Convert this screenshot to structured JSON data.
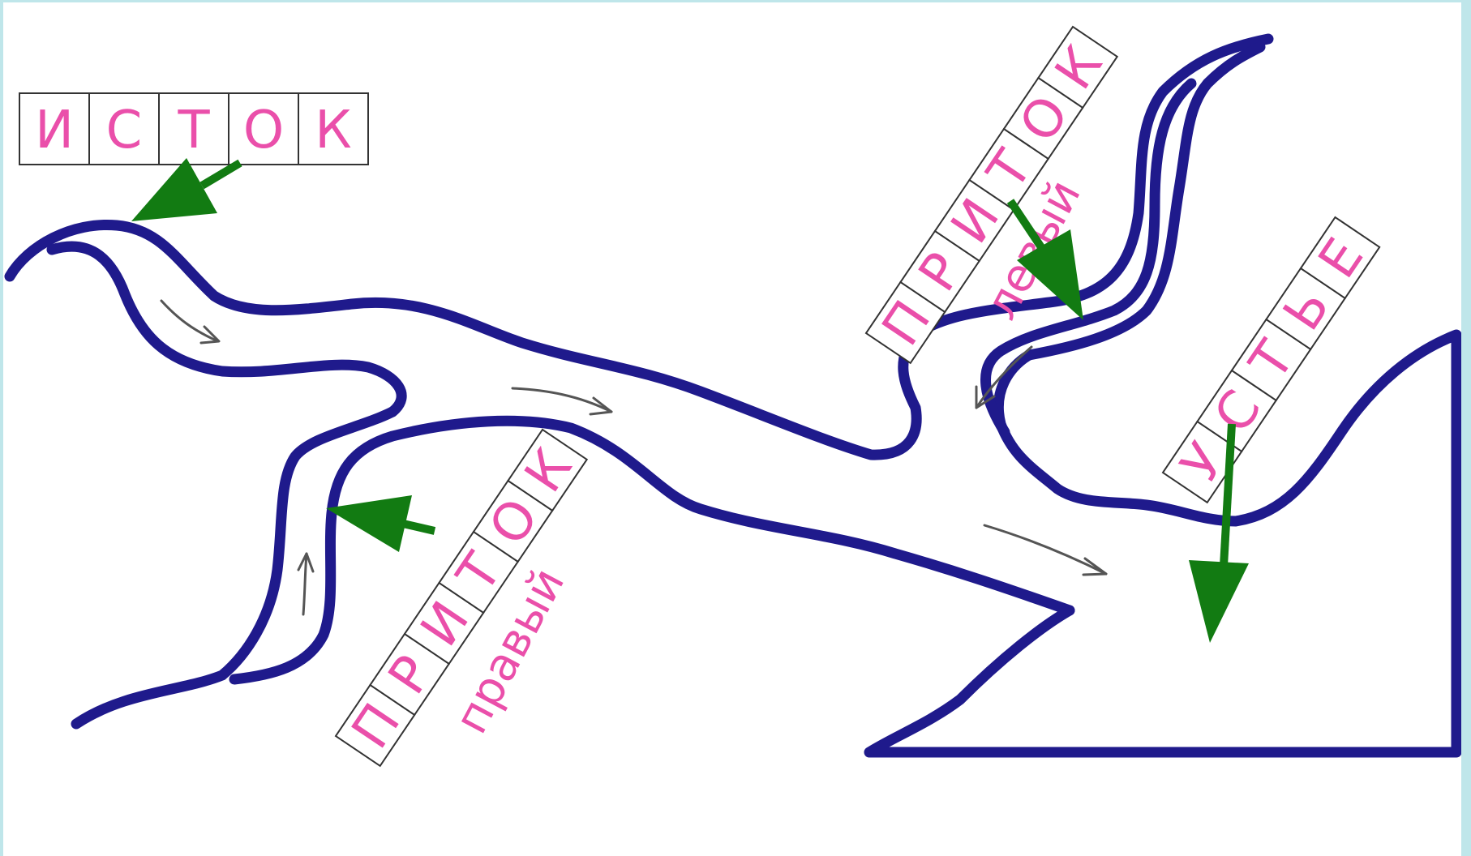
{
  "labels": {
    "source": {
      "letters": [
        "И",
        "С",
        "Т",
        "О",
        "К"
      ]
    },
    "left_tributary": {
      "letters": [
        "П",
        "Р",
        "И",
        "Т",
        "О",
        "К"
      ],
      "sub": "левый"
    },
    "right_tributary": {
      "letters": [
        "П",
        "Р",
        "И",
        "Т",
        "О",
        "К"
      ],
      "sub": "правый"
    },
    "mouth": {
      "letters": [
        "У",
        "С",
        "Т",
        "Ь",
        "Е"
      ]
    }
  },
  "colors": {
    "river": "#1f1a8c",
    "label_text": "#ea4faa",
    "pointer_arrow": "#127b12",
    "flow_arrow": "#555555"
  }
}
